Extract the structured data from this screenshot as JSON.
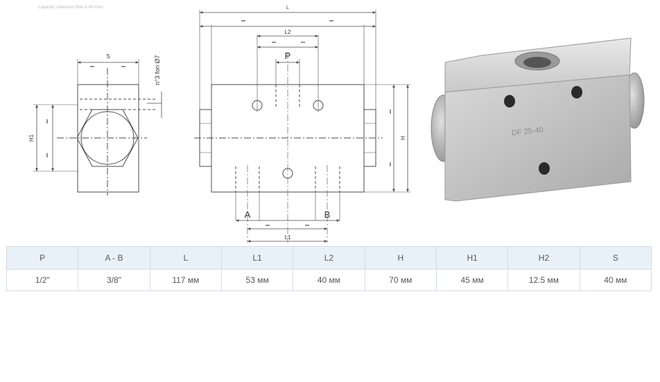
{
  "drawing": {
    "header_text": "Capacity: maximum flow is 40 l/min",
    "side_view": {
      "dim_s": "S",
      "dim_h1": "H1",
      "hole_note": "n°3 fori Ø7"
    },
    "front_view": {
      "dim_l": "L",
      "dim_l2": "L2",
      "dim_l1": "L1",
      "dim_h": "H",
      "port_p": "P",
      "port_a": "A",
      "port_b": "B"
    }
  },
  "photo": {
    "engraving": "DF 25-40"
  },
  "colors": {
    "line": "#4a4a4a",
    "table_header_bg": "#e9f1f8",
    "table_border": "#d4dbe3"
  },
  "table": {
    "headers": [
      "P",
      "A - B",
      "L",
      "L1",
      "L2",
      "H",
      "H1",
      "H2",
      "S"
    ],
    "values": [
      "1/2\"",
      "3/8\"",
      "117 мм",
      "53 мм",
      "40 мм",
      "70 мм",
      "45 мм",
      "12.5 мм",
      "40 мм"
    ]
  }
}
